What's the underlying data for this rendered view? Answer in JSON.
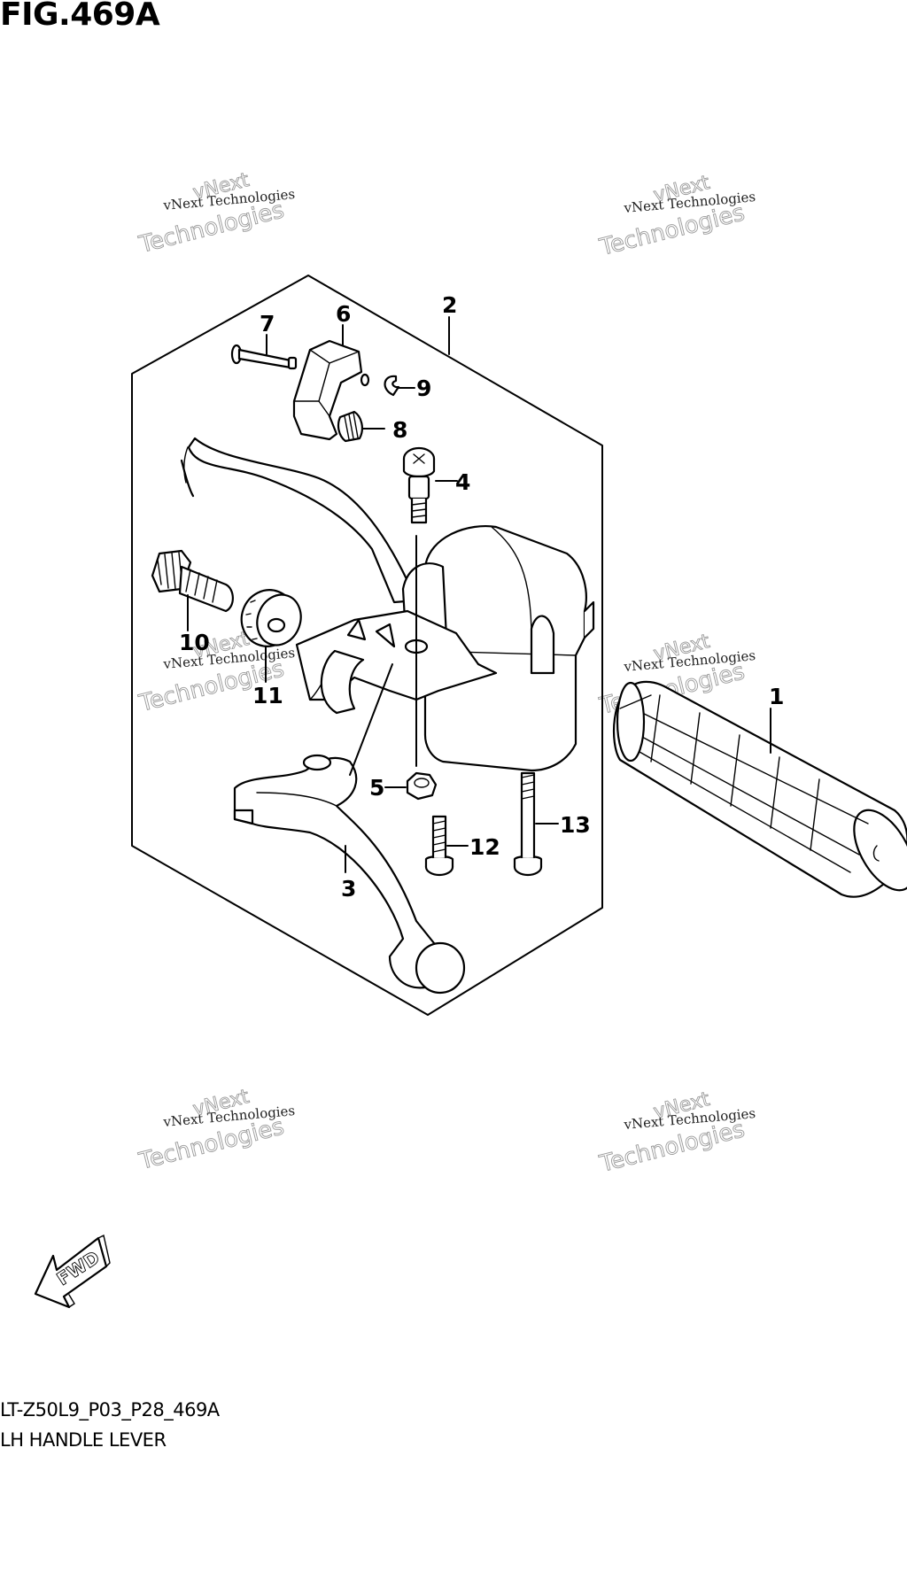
{
  "figure": {
    "title": "FIG.469A"
  },
  "callouts": {
    "c1": "1",
    "c2": "2",
    "c3": "3",
    "c4": "4",
    "c5": "5",
    "c6": "6",
    "c7": "7",
    "c8": "8",
    "c9": "9",
    "c10": "10",
    "c11": "11",
    "c12": "12",
    "c13": "13"
  },
  "watermark": {
    "line1": "vNext Technologies",
    "line2": "Technologies",
    "line3": "vNext"
  },
  "direction": {
    "label": "FWD"
  },
  "footer": {
    "code": "LT-Z50L9_P03_P28_469A",
    "name": "LH HANDLE LEVER"
  }
}
